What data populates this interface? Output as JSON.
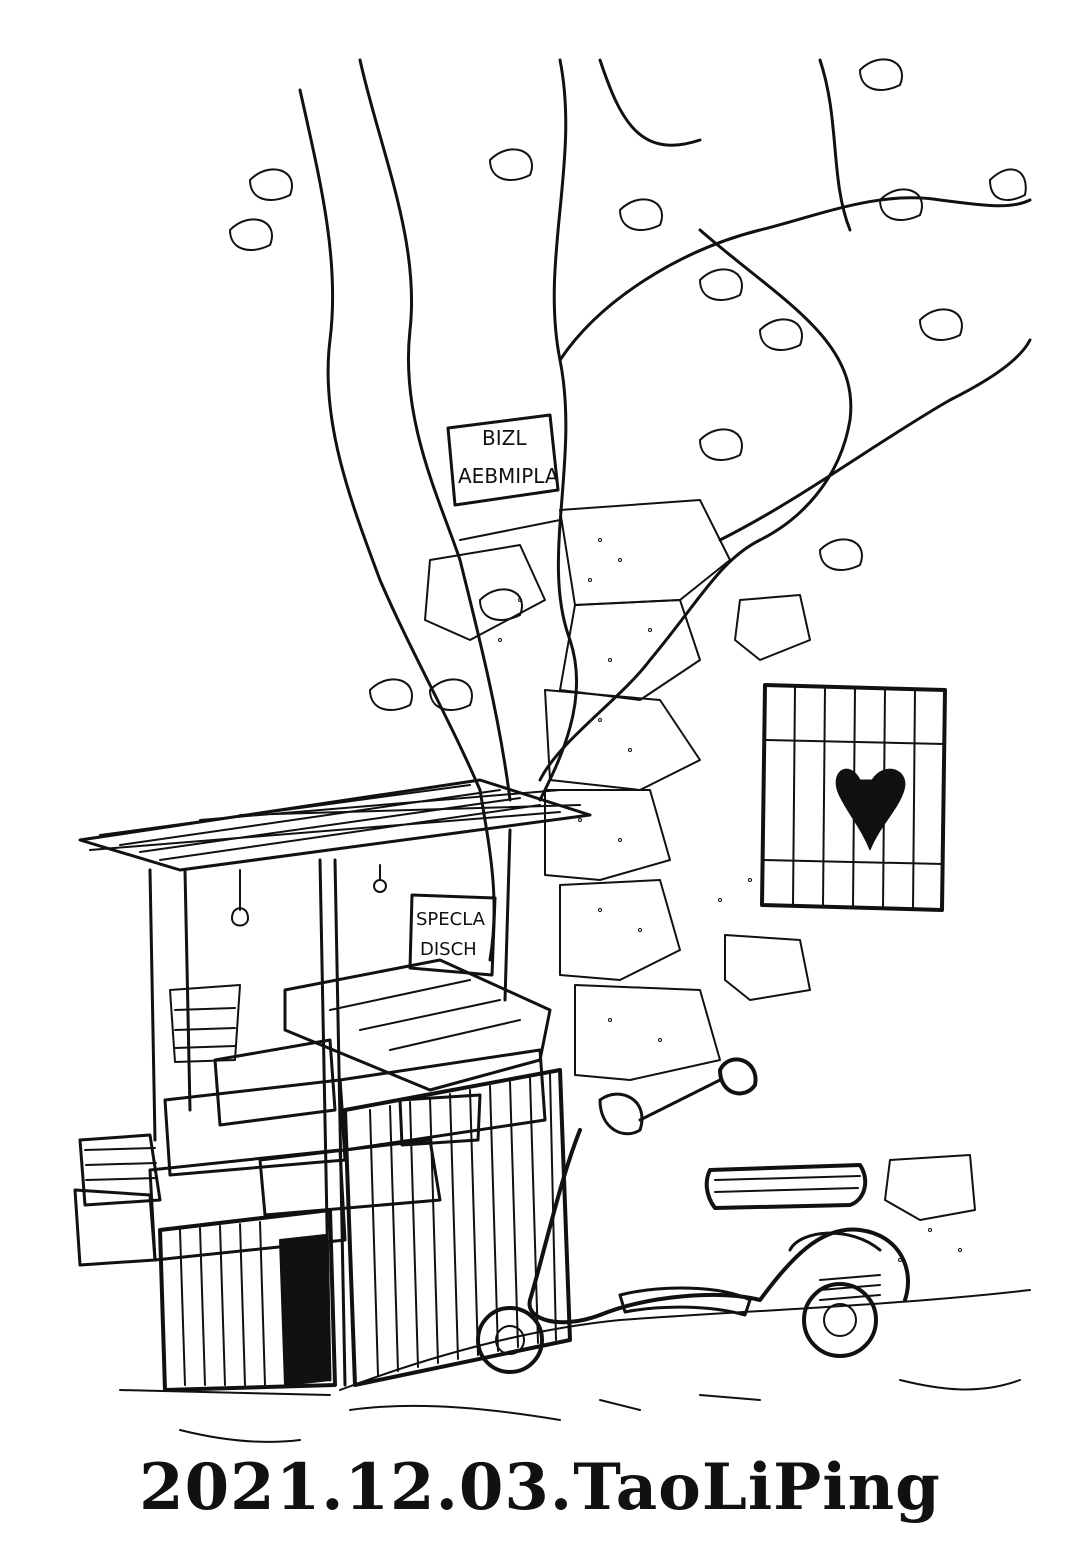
{
  "caption": "2021.12.03.TaoLiPing",
  "signs": {
    "upper_line1": "BIZL",
    "upper_line2": "AEBMIPLA",
    "stall_line1": "SPECLA",
    "stall_line2": "DISCH"
  },
  "icons": [
    "heart-icon"
  ],
  "colors": {
    "ink": "#111111",
    "paper": "#ffffff"
  }
}
